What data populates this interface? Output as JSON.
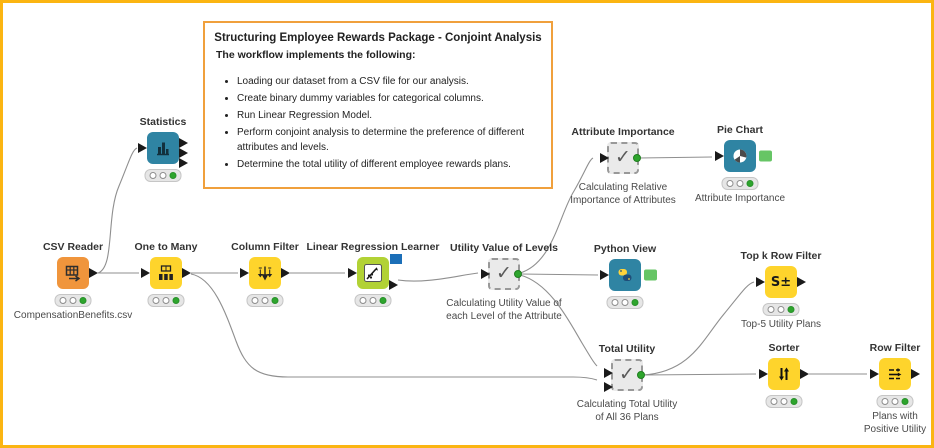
{
  "workflow_title": "Structuring Employee Rewards Package - Conjoint Analysis",
  "annotation": {
    "title": "Structuring Employee Rewards Package - Conjoint Analysis",
    "subtitle": "The workflow implements the following:",
    "bullets": [
      "Loading our dataset from a CSV file for our analysis.",
      "Create binary dummy variables for categorical columns.",
      "Run Linear Regression Model.",
      "Perform conjoint analysis to determine the preference of different attributes and levels.",
      "Determine the total utility of different employee rewards plans."
    ]
  },
  "nodes": [
    {
      "label": "CSV Reader",
      "caption": "CompensationBenefits.csv",
      "status": "executed",
      "icon": "csv-table-icon"
    },
    {
      "label": "Statistics",
      "caption": "",
      "status": "executed",
      "icon": "histogram-icon"
    },
    {
      "label": "One to Many",
      "caption": "",
      "status": "executed",
      "icon": "one-to-many-icon"
    },
    {
      "label": "Column Filter",
      "caption": "",
      "status": "executed",
      "icon": "column-filter-icon"
    },
    {
      "label": "Linear Regression Learner",
      "caption": "",
      "status": "executed",
      "icon": "regression-chart-icon"
    },
    {
      "label": "Utility Value of Levels",
      "caption": "Calculating Utility Value of\neach Level of the Attribute",
      "type": "metanode",
      "icon": "check-icon"
    },
    {
      "label": "Attribute Importance",
      "caption": "Calculating Relative\nImportance of Attributes",
      "type": "metanode",
      "icon": "check-icon"
    },
    {
      "label": "Pie Chart",
      "caption": "Attribute Importance",
      "status": "executed",
      "icon": "pie-chart-icon"
    },
    {
      "label": "Python View",
      "caption": "",
      "status": "executed",
      "icon": "python-icon"
    },
    {
      "label": "Top k Row Filter",
      "caption": "Top-5 Utility Plans",
      "status": "executed",
      "icon_text": "S±"
    },
    {
      "label": "Total Utility",
      "caption": "Calculating Total Utility\nof All 36 Plans",
      "type": "metanode",
      "icon": "check-icon"
    },
    {
      "label": "Sorter",
      "caption": "",
      "status": "executed",
      "icon": "sort-arrows-icon"
    },
    {
      "label": "Row Filter",
      "caption": "Plans with\nPositive Utility",
      "status": "executed",
      "icon": "row-filter-icon"
    }
  ],
  "colors": {
    "canvas_border": "#FBB512",
    "annotation_border": "#F0A03C",
    "edge": "#8F8F8F",
    "node_orange": "#F0953C",
    "node_yellow": "#FED42C",
    "node_teal": "#2F84A3",
    "node_lime": "#B2D235",
    "metanode_fill": "#EAEAEA",
    "status_green": "#2EA52D",
    "model_port_blue": "#1C6FB8",
    "view_port_green": "#66C565"
  }
}
